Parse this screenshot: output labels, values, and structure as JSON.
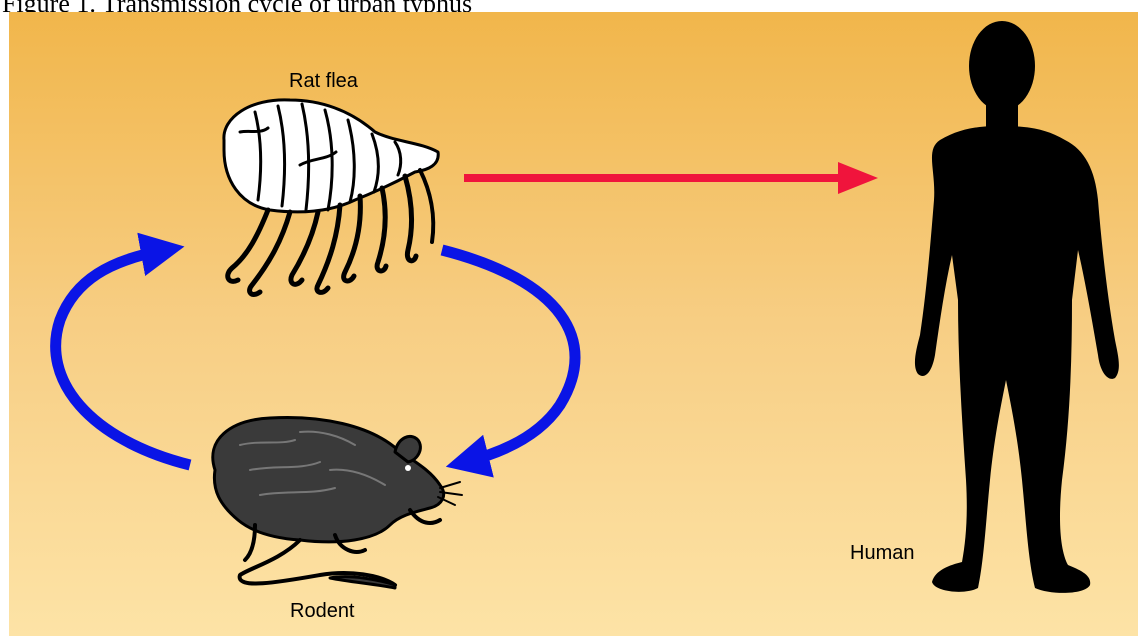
{
  "figure": {
    "title": "Figure 1. Transmission cycle of urban typhus",
    "labels": {
      "flea": "Rat flea",
      "rodent": "Rodent",
      "human": "Human"
    },
    "colors": {
      "background_top": "#f1b64b",
      "background_bottom": "#fde3a6",
      "cycle_arrow": "#0a14e6",
      "transmission_arrow": "#f0143c",
      "silhouette": "#000000",
      "rodent_fill": "#3a3a3a"
    },
    "icons": [
      "flea-illustration",
      "rodent-illustration",
      "human-silhouette"
    ]
  }
}
